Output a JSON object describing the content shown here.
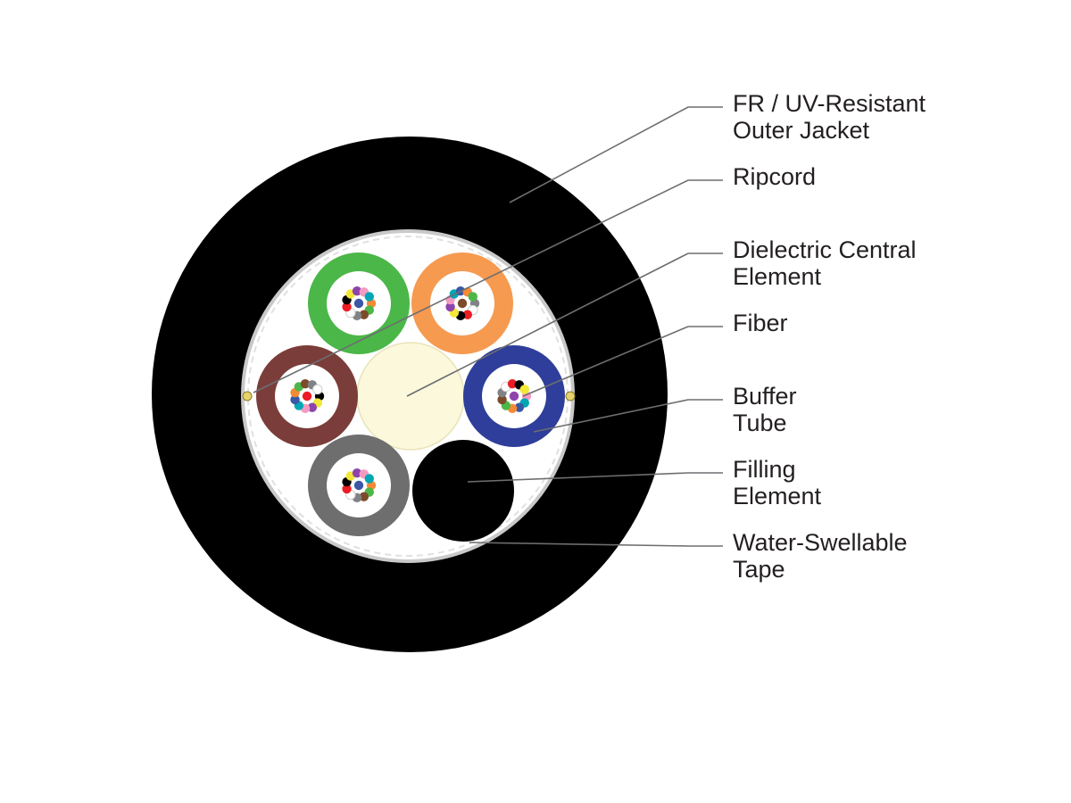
{
  "diagram": {
    "labels": {
      "outer_jacket": {
        "line1": "FR / UV-Resistant",
        "line2": "Outer Jacket"
      },
      "ripcord": {
        "line1": "Ripcord"
      },
      "central_element": {
        "line1": "Dielectric Central",
        "line2": "Element"
      },
      "fiber": {
        "line1": "Fiber"
      },
      "buffer_tube": {
        "line1": "Buffer",
        "line2": "Tube"
      },
      "filling_element": {
        "line1": "Filling",
        "line2": "Element"
      },
      "water_tape": {
        "line1": "Water-Swellable",
        "line2": "Tape"
      }
    },
    "colors": {
      "jacket": "#000000",
      "core": "#ffffff",
      "central_element": "#fbf8dc",
      "filler": "#000000",
      "leader": "#6d6e71",
      "text": "#231f20"
    },
    "buffer_tubes": [
      {
        "name": "green",
        "color": "#4bb748"
      },
      {
        "name": "orange",
        "color": "#f69a50"
      },
      {
        "name": "brown",
        "color": "#7b3d3a"
      },
      {
        "name": "blue",
        "color": "#2e3e9a"
      },
      {
        "name": "gray",
        "color": "#6e6e6e"
      }
    ],
    "fiber_colors": [
      "#3b57a5",
      "#f58a35",
      "#4bb748",
      "#7b4b2a",
      "#808285",
      "#ffffff",
      "#ed1c24",
      "#000000",
      "#f2e838",
      "#8e44ad",
      "#f49ac2",
      "#00a6b4"
    ]
  }
}
